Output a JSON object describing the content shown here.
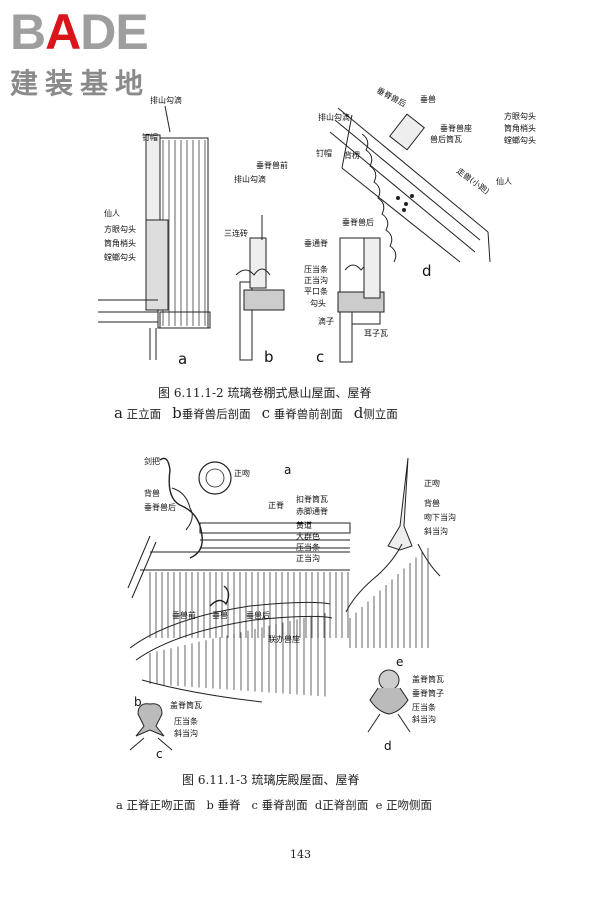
{
  "watermark": {
    "brand_pre": "B",
    "brand_accent": "A",
    "brand_post": "DE",
    "subtitle": "建装基地"
  },
  "figure1": {
    "caption": "图 6.11.1-2 琉璃卷棚式悬山屋面、屋脊",
    "items": [
      {
        "letter": "a",
        "text": "正立面"
      },
      {
        "letter": "b",
        "text": "垂脊兽后剖面"
      },
      {
        "letter": "c",
        "text": "垂脊兽前剖面"
      },
      {
        "letter": "d",
        "text": "侧立面"
      }
    ],
    "labels": {
      "pai_shan": "排山勾滴",
      "ding_mao": "钉帽",
      "xian_ren": "仙人",
      "fang_yan": "方眼勾头",
      "tong_jiao": "筒角梢头",
      "tang_lang": "螳螂勾头",
      "cd_pai": "排山勾滴",
      "cd_chui": "垂脊兽前",
      "san_lian": "三连砖",
      "hou": "垂脊兽后",
      "chui_tong": "垂通脊",
      "ya_dang": "压当条",
      "zheng_dang": "正当沟",
      "ping_kou": "平口条",
      "gou_tou": "勾头",
      "di_zi": "滴子",
      "er_zi": "耳子瓦",
      "d_shouhou": "垂脊兽后",
      "d_shou": "垂兽",
      "d_zuo": "垂脊兽座",
      "d_tong": "兽后筒瓦",
      "d_pai": "排山勾滴",
      "d_ding": "钉帽",
      "d_beng": "背楞",
      "d_fang": "方眼勾头",
      "d_tong2": "筒角梢头",
      "d_tang": "螳螂勾头",
      "d_xian": "仙人",
      "d_xiaoshou": "走兽(小跑)",
      "a": "a",
      "b": "b",
      "c": "c",
      "d": "d"
    }
  },
  "figure2": {
    "caption": "图 6.11.1-3 琉璃庑殿屋面、屋脊",
    "items": [
      {
        "letter": "a",
        "text": "正脊正吻正面"
      },
      {
        "letter": "b",
        "text": "垂脊"
      },
      {
        "letter": "c",
        "text": "垂脊剖面"
      },
      {
        "letter": "d",
        "text": "正脊剖面"
      },
      {
        "letter": "e",
        "text": "正吻侧面"
      }
    ],
    "labels": {
      "jian": "剑把",
      "zheng_wen": "正吻",
      "bei_shou": "背兽",
      "chui_shou": "垂脊兽后",
      "zheng_ji": "正脊",
      "kou": "扣脊筒瓦",
      "chi": "赤脚通脊",
      "huang": "黄道",
      "da": "大群色",
      "ya": "压当条",
      "zd": "正当沟",
      "b_qian": "垂兽前",
      "b_shou": "垂兽",
      "b_hou": "垂兽后",
      "b_lian": "联办兽座",
      "c_gai": "盖脊筒瓦",
      "c_ya": "压当条",
      "c_xie": "斜当沟",
      "e_zheng": "正吻",
      "e_bei": "背兽",
      "e_wen": "吻下当沟",
      "e_xie": "斜当沟",
      "d_gai": "盖脊筒瓦",
      "d_chui": "垂脊筒子",
      "d_ya": "压当条",
      "d_xie": "斜当沟",
      "a": "a",
      "b": "b",
      "c": "c",
      "d": "d",
      "e": "e"
    }
  },
  "page_number": "143"
}
